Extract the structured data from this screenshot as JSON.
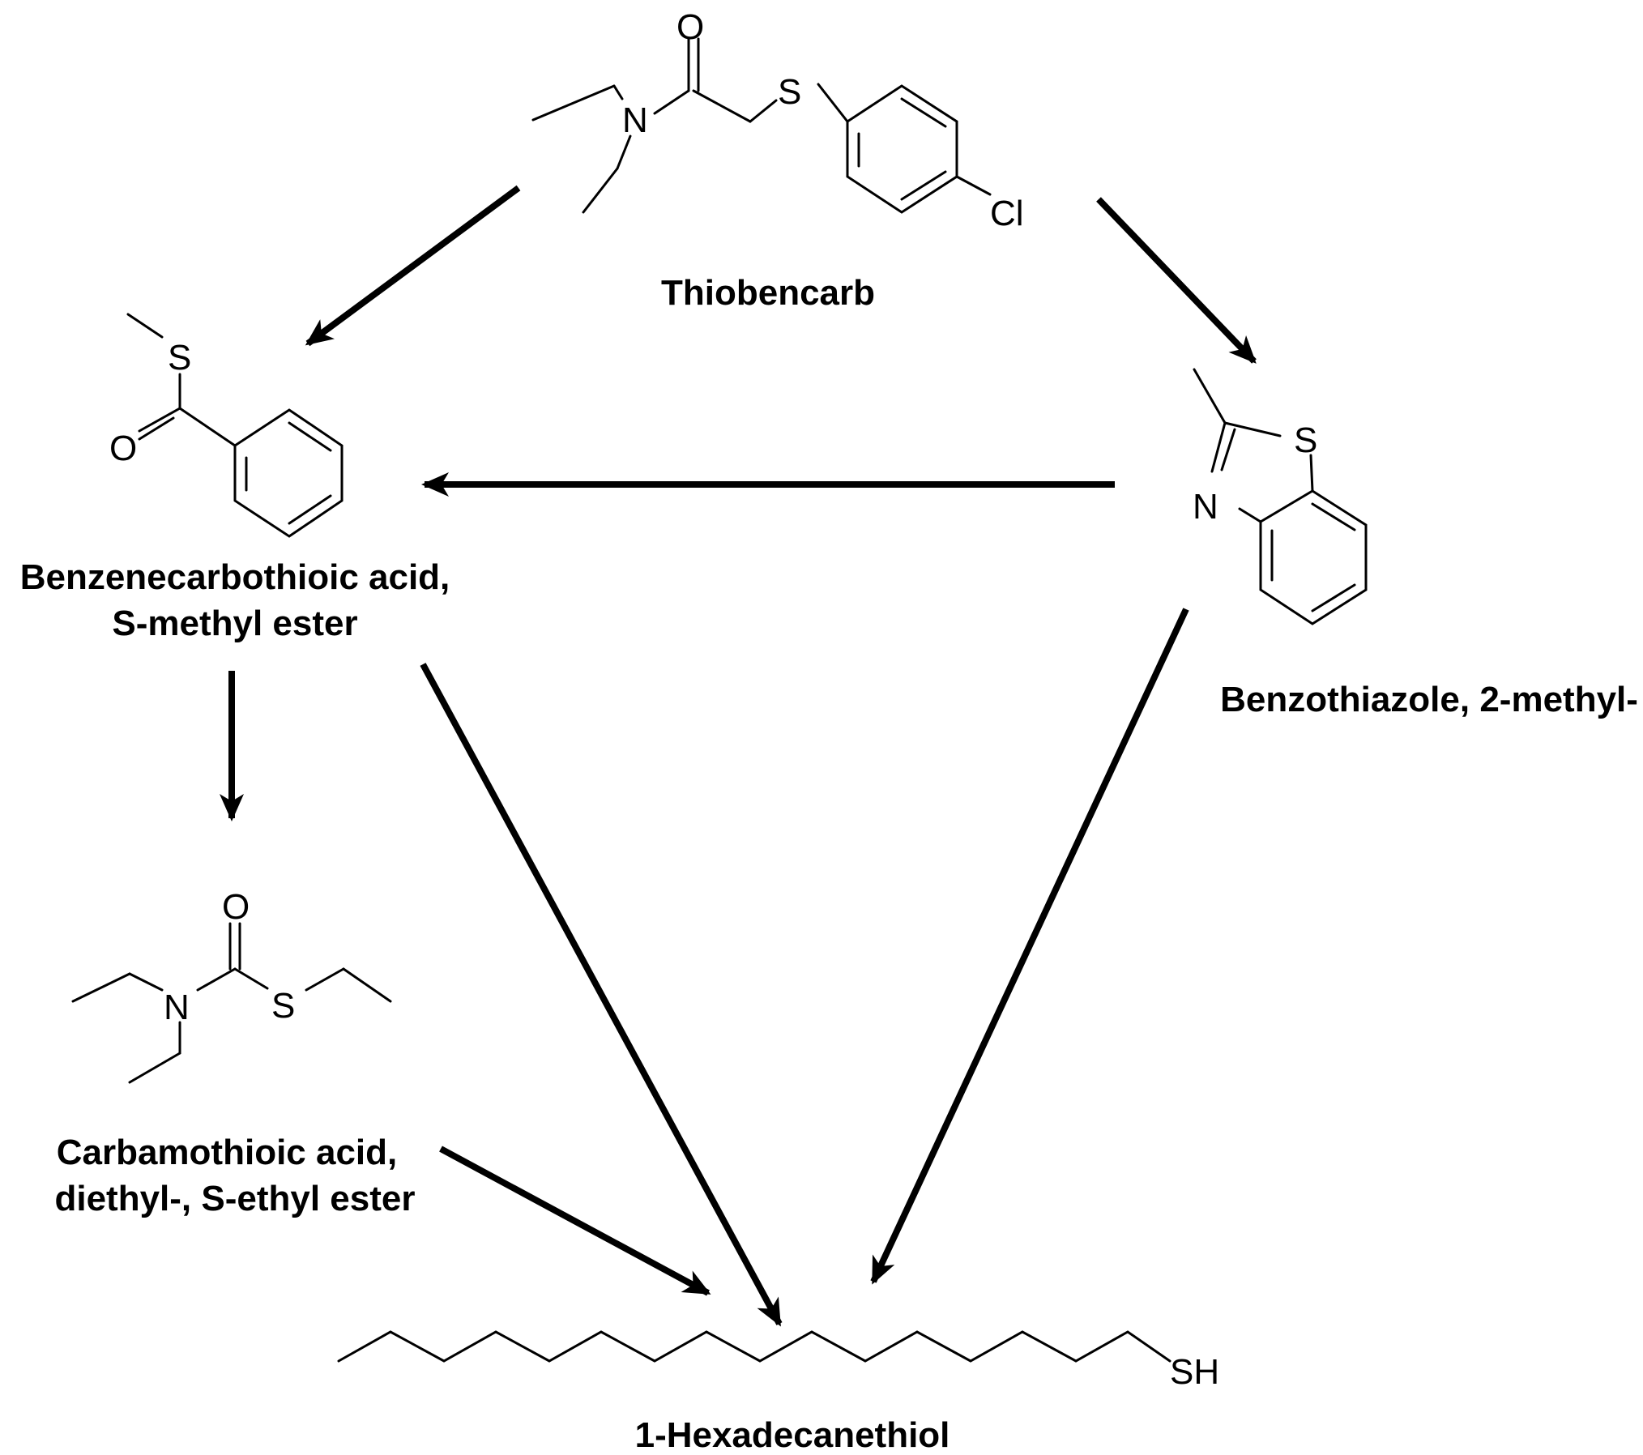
{
  "compounds": {
    "thiobencarb": {
      "name": "Thiobencarb",
      "atoms": {
        "o": "O",
        "n": "N",
        "s": "S",
        "cl": "Cl"
      }
    },
    "benzenecarbothioic": {
      "name_line1": "Benzenecarbothioic acid,",
      "name_line2": "S-methyl ester",
      "atoms": {
        "s": "S",
        "o": "O"
      }
    },
    "benzothiazole": {
      "name": "Benzothiazole, 2-methyl-",
      "atoms": {
        "s": "S",
        "n": "N"
      }
    },
    "carbamothioic": {
      "name_line1": "Carbamothioic acid,",
      "name_line2": "diethyl-, S-ethyl ester",
      "atoms": {
        "o": "O",
        "n": "N",
        "s": "S"
      }
    },
    "hexadecanethiol": {
      "name": "1-Hexadecanethiol",
      "atoms": {
        "sh": "SH"
      }
    }
  },
  "arrows": [
    {
      "from": "thiobencarb",
      "to": "benzenecarbothioic"
    },
    {
      "from": "thiobencarb",
      "to": "benzothiazole"
    },
    {
      "from": "benzothiazole",
      "to": "benzenecarbothioic"
    },
    {
      "from": "benzenecarbothioic",
      "to": "carbamothioic"
    },
    {
      "from": "benzenecarbothioic",
      "to": "hexadecanethiol"
    },
    {
      "from": "benzothiazole",
      "to": "hexadecanethiol"
    },
    {
      "from": "carbamothioic",
      "to": "hexadecanethiol"
    }
  ]
}
